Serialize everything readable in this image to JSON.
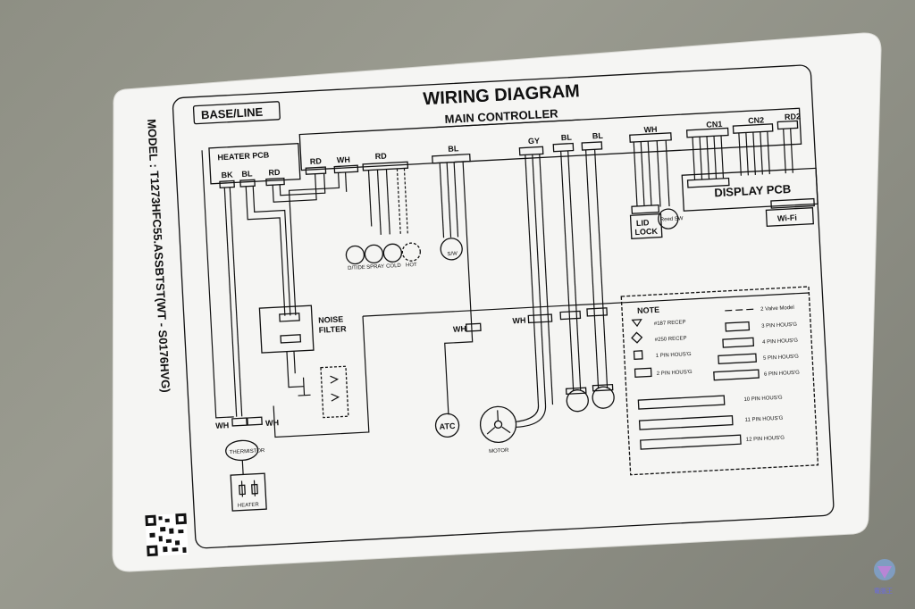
{
  "label": {
    "title": "WIRING DIAGRAM",
    "base_line": "BASE/LINE",
    "main_controller": "MAIN CONTROLLER",
    "model": "MODEL : T1273HFC55.ASSBTST(WT - S0176HVG)",
    "heater_pcb": "HEATER PCB",
    "display_pcb": "DISPLAY PCB",
    "noise_filter_1": "NOISE",
    "noise_filter_2": "FILTER",
    "lid_lock_1": "LID",
    "lid_lock_2": "LOCK",
    "wifi": "Wi-Fi",
    "atc": "ATC",
    "motor": "MOTOR",
    "heater": "HEATER",
    "thermistor": "THERMISTOR",
    "pressure_sw": "S/W",
    "reed_sw": "Reed SW",
    "valves": [
      "D/TIDE",
      "SPRAY",
      "COLD",
      "HOT"
    ],
    "color_codes_top": [
      "BK",
      "BL",
      "RD",
      "RD",
      "WH",
      "RD",
      "BL",
      "GY",
      "BL",
      "BL",
      "WH",
      "CN1",
      "CN2",
      "RD2"
    ],
    "wh_labels": [
      "WH",
      "WH",
      "WH",
      "WH"
    ],
    "note": {
      "title": "NOTE",
      "left": [
        "#187 RECEP",
        "#250 RECEP",
        "1 PIN HOUS'G",
        "2 PIN HOUS'G"
      ],
      "right": [
        "2 Valve Model",
        "3 PIN HOUS'G",
        "4 PIN HOUS'G",
        "5 PIN HOUS'G",
        "6 PIN HOUS'G",
        "10 PIN HOUS'G",
        "11 PIN HOUS'G",
        "12 PIN HOUS'G"
      ]
    }
  },
  "watermark": "電腦王"
}
